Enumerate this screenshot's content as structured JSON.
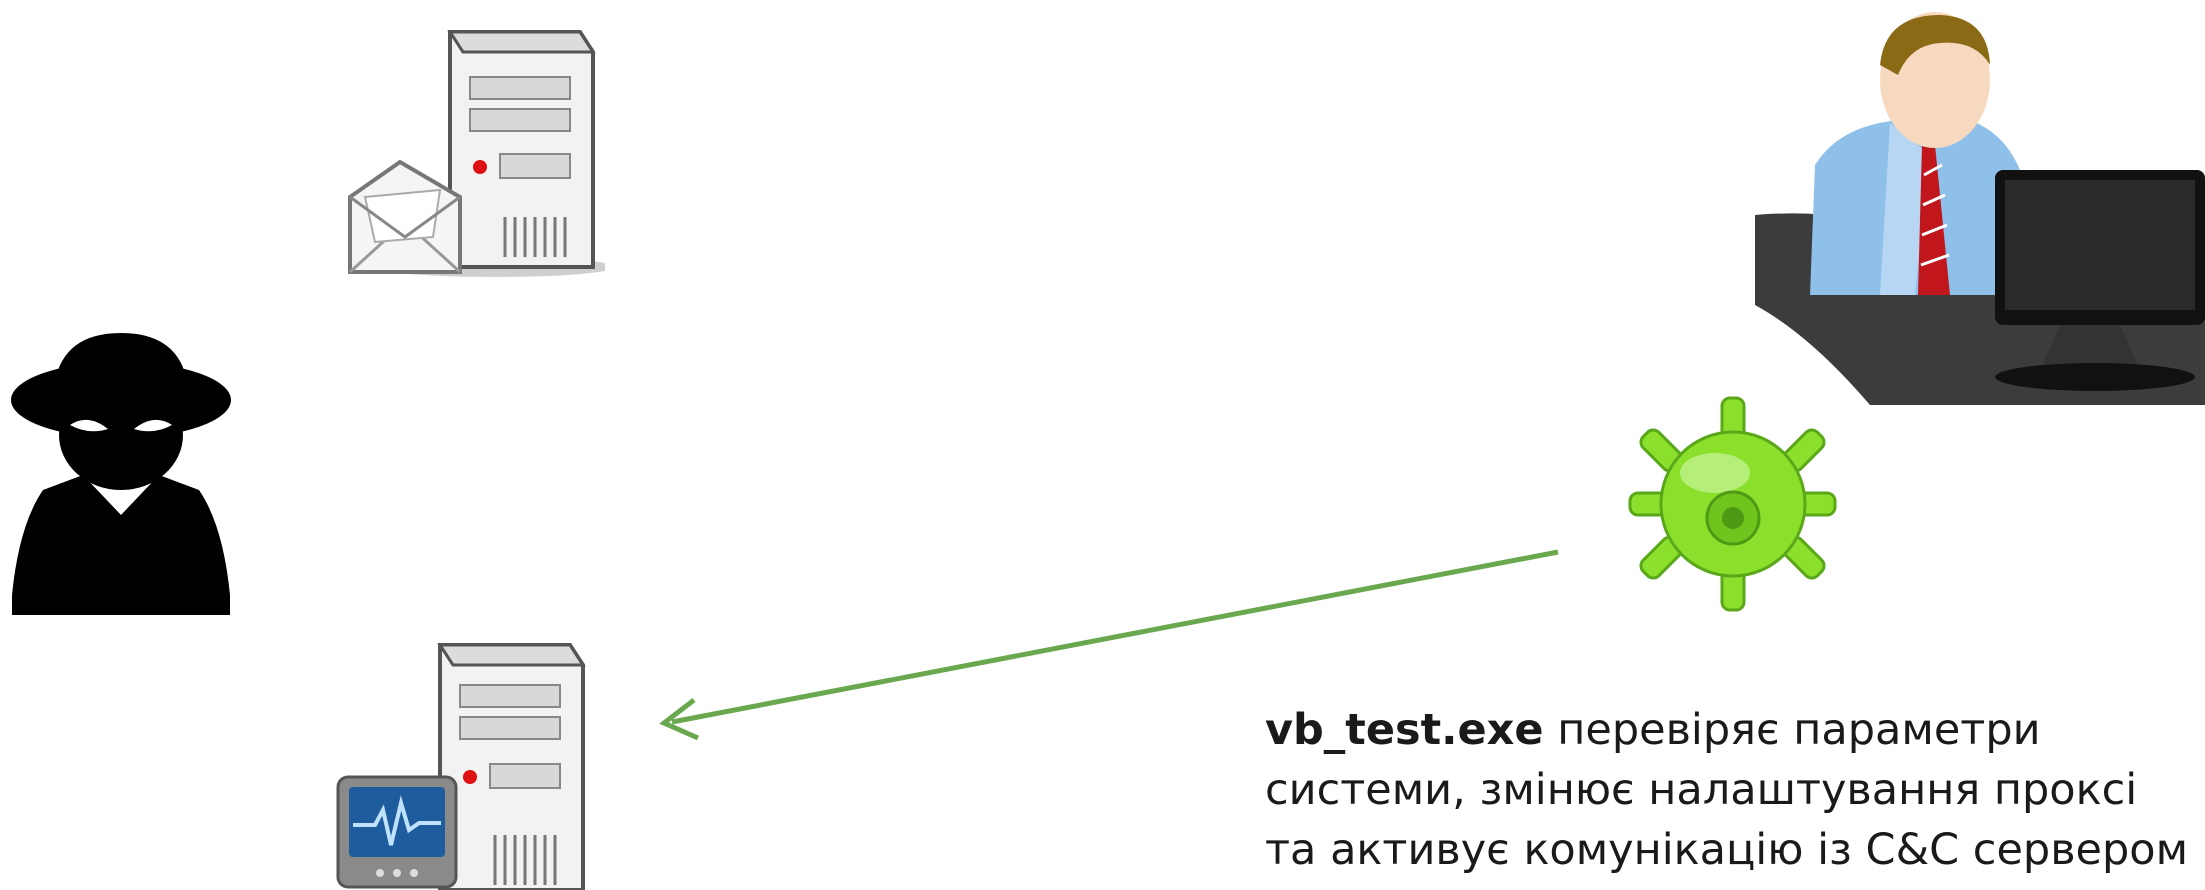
{
  "caption": {
    "filename": "vb_test.exe",
    "line1_rest": " перевіряє параметри",
    "line2": "системи, змінює налаштування проксі",
    "line3": "та активує комунікацію із C&C сервером"
  },
  "colors": {
    "arrow": "#6aa84f",
    "virus": "#8be02b",
    "attacker": "#000000",
    "server_body": "#e4e4e4"
  },
  "icons": {
    "attacker": "spy-icon",
    "mail_server": "mail-server-icon",
    "cc_server": "monitoring-server-icon",
    "victim": "office-worker-icon",
    "malware": "virus-icon"
  }
}
